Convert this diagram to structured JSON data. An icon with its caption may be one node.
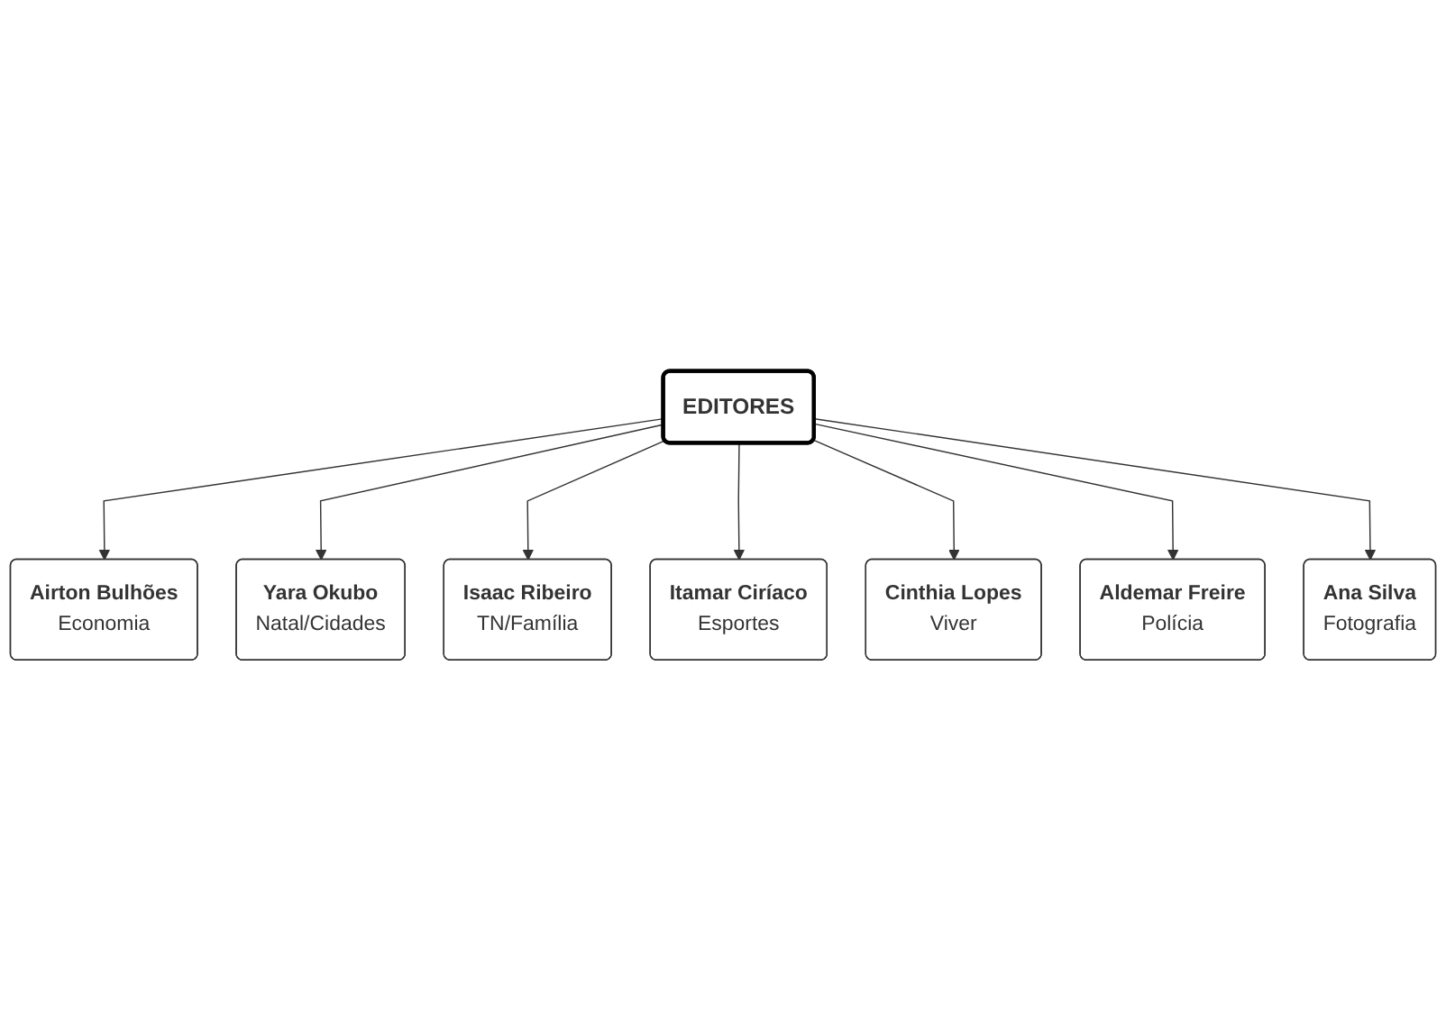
{
  "diagram": {
    "nodes": [
      {
        "text": [
          "EDITORES"
        ]
      },
      {
        "text": [
          "Airton Bulhões",
          "Economia"
        ]
      },
      {
        "text": [
          "Ana Silva",
          "Fotografia"
        ]
      },
      {
        "text": [
          "Itamar Ciríaco",
          "Esportes"
        ]
      },
      {
        "text": [
          "Yara Okubo",
          "Natal/Cidades"
        ]
      },
      {
        "text": [
          "Aldemar Freire",
          "Polícia"
        ]
      },
      {
        "text": [
          "Isaac Ribeiro",
          "TN/Família"
        ]
      },
      {
        "text": [
          "Cinthia Lopes",
          "Viver"
        ]
      }
    ],
    "edges": [
      {
        "from": 0,
        "to": 1,
        "arrow": "to"
      },
      {
        "from": 0,
        "to": 4,
        "arrow": "to"
      },
      {
        "from": 0,
        "to": 6,
        "arrow": "to"
      },
      {
        "from": 0,
        "to": 3,
        "arrow": "to"
      },
      {
        "from": 0,
        "to": 7,
        "arrow": "to"
      },
      {
        "from": 0,
        "to": 5,
        "arrow": "to"
      },
      {
        "from": 0,
        "to": 2,
        "arrow": "to"
      }
    ]
  }
}
